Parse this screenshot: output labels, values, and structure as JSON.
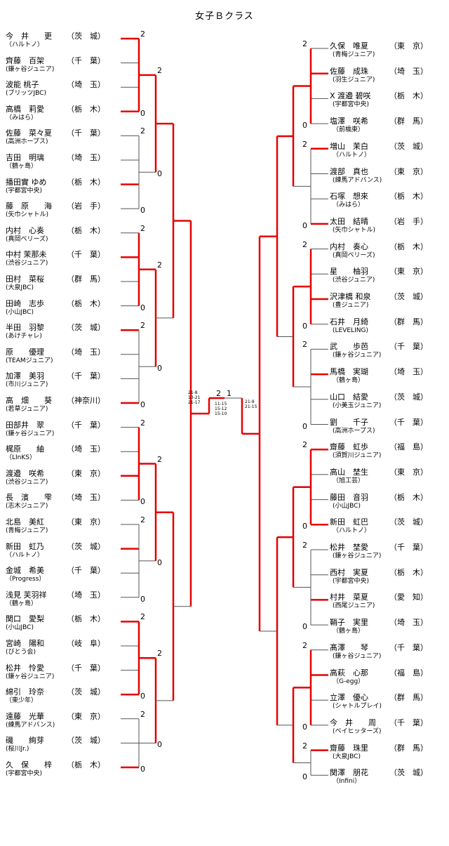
{
  "title": "女子Ｂクラス",
  "players_left": [
    {
      "name": "今　井　　更",
      "pref": "（茨　城）",
      "club": "（ハルトノ）"
    },
    {
      "name": "齊藤　百架",
      "pref": "（千　葉）",
      "club": "(鎌ヶ谷ジュニア)"
    },
    {
      "name": "波能 桃子",
      "pref": "（埼　玉）",
      "club": "(ブリッツJBC)"
    },
    {
      "name": "高橋　莉愛",
      "pref": "（栃　木）",
      "club": "（みはら）"
    },
    {
      "name": "佐藤　菜々夏",
      "pref": "（千　葉）",
      "club": "(高洲ホープス)"
    },
    {
      "name": "吉田　明璃",
      "pref": "（埼　玉）",
      "club": "（鶴ヶ島）"
    },
    {
      "name": "播田實 ゆめ",
      "pref": "（栃　木）",
      "club": "(宇都宮中央)"
    },
    {
      "name": "藤　原　　海",
      "pref": "（岩　手）",
      "club": "(矢巾シャトル)"
    },
    {
      "name": "内村　心奏",
      "pref": "（栃　木）",
      "club": "(真岡ベリーズ)"
    },
    {
      "name": "中村 茉那未",
      "pref": "（千　葉）",
      "club": "(渋谷ジュニア)"
    },
    {
      "name": "田村　菜桜",
      "pref": "（群　馬）",
      "club": "(大泉JBC)"
    },
    {
      "name": "田崎　志歩",
      "pref": "（栃　木）",
      "club": "(小山JBC)"
    },
    {
      "name": "半田　羽黎",
      "pref": "（茨　城）",
      "club": "(あけチャレ)"
    },
    {
      "name": "原　　優理",
      "pref": "（埼　玉）",
      "club": "(TEAMジュニア)"
    },
    {
      "name": "加澤　美羽",
      "pref": "（千　葉）",
      "club": "(市川ジュニア)"
    },
    {
      "name": "高　畑　　葵",
      "pref": "（神奈川）",
      "club": "(若草ジュニア)"
    },
    {
      "name": "田部井　翠",
      "pref": "（千　葉）",
      "club": "(鎌ヶ谷ジュニア)"
    },
    {
      "name": "梶原　　紬",
      "pref": "（埼　玉）",
      "club": "（LInKS）"
    },
    {
      "name": "渡邉　咲希",
      "pref": "（東　京）",
      "club": "(渋谷ジュニア)"
    },
    {
      "name": "長　濱　　雫",
      "pref": "（埼　玉）",
      "club": "(志木ジュニア)"
    },
    {
      "name": "北島　美紅",
      "pref": "（東　京）",
      "club": "(青梅ジュニア)"
    },
    {
      "name": "新田　虹乃",
      "pref": "（茨　城）",
      "club": "（ハルトノ）"
    },
    {
      "name": "金城　希美",
      "pref": "（千　葉）",
      "club": "（Progress）"
    },
    {
      "name": "浅見 芙羽祥",
      "pref": "（埼　玉）",
      "club": "（鶴ヶ島）"
    },
    {
      "name": "関口　愛梨",
      "pref": "（栃　木）",
      "club": "(小山JBC)"
    },
    {
      "name": "宮崎　陽和",
      "pref": "（岐　阜）",
      "club": "(びとう会)"
    },
    {
      "name": "松井　怜愛",
      "pref": "（千　葉）",
      "club": "(鎌ヶ谷ジュニア)"
    },
    {
      "name": "綿引　玲奈",
      "pref": "（茨　城）",
      "club": "（東少年）"
    },
    {
      "name": "遠藤　光華",
      "pref": "（東　京）",
      "club": "(練馬アドバンス)"
    },
    {
      "name": "磯　　絢芽",
      "pref": "（茨　城）",
      "club": "(桜川Jr.)"
    },
    {
      "name": "久　保　　梓",
      "pref": "（栃　木）",
      "club": "(宇都宮中央)"
    }
  ],
  "players_right": [
    {
      "name": "久保　唯夏",
      "pref": "（東　京）",
      "club": "(青梅ジュニア)"
    },
    {
      "name": "佐藤　成珠",
      "pref": "（埼　玉）",
      "club": "(羽生ジュニア)"
    },
    {
      "name": "X 渡邉 碧咲",
      "pref": "（栃　木）",
      "club": "(宇都宮中央)"
    },
    {
      "name": "塩澤　咲希",
      "pref": "（群　馬）",
      "club": "（前橋東）"
    },
    {
      "name": "増山　茉白",
      "pref": "（茨　城）",
      "club": "（ハルトノ）"
    },
    {
      "name": "渡部　真也",
      "pref": "（東　京）",
      "club": "(練馬アドバンス)"
    },
    {
      "name": "石塚　想來",
      "pref": "（栃　木）",
      "club": "（みはら）"
    },
    {
      "name": "太田　結晴",
      "pref": "（岩　手）",
      "club": "(矢巾シャトル)"
    },
    {
      "name": "内村　奏心",
      "pref": "（栃　木）",
      "club": "(真岡ベリーズ)"
    },
    {
      "name": "星　　柚羽",
      "pref": "（東　京）",
      "club": "(渋谷ジュニア)"
    },
    {
      "name": "沢津橋 和泉",
      "pref": "（茨　城）",
      "club": "(豊ジュニア)"
    },
    {
      "name": "石井　月綺",
      "pref": "（群　馬）",
      "club": "(LEVELING)"
    },
    {
      "name": "武　　歩芭",
      "pref": "（千　葉）",
      "club": "(鎌ヶ谷ジュニア)"
    },
    {
      "name": "馬橋　実瑚",
      "pref": "（埼　玉）",
      "club": "（鶴ヶ島）"
    },
    {
      "name": "山口　結愛",
      "pref": "（茨　城）",
      "club": "(小美玉ジュニア)"
    },
    {
      "name": "劉　　千子",
      "pref": "（千　葉）",
      "club": "(高洲ホープス)"
    },
    {
      "name": "齋藤　虹歩",
      "pref": "（福　島）",
      "club": "(須賀川ジュニア)"
    },
    {
      "name": "高山　埜生",
      "pref": "（東　京）",
      "club": "（旭工芸）"
    },
    {
      "name": "藤田　音羽",
      "pref": "（栃　木）",
      "club": "(小山JBC)"
    },
    {
      "name": "新田　虹巴",
      "pref": "（茨　城）",
      "club": "（ハルトノ）"
    },
    {
      "name": "松井　埜愛",
      "pref": "（千　葉）",
      "club": "(鎌ヶ谷ジュニア)"
    },
    {
      "name": "西村　実夏",
      "pref": "（栃　木）",
      "club": "(宇都宮中央)"
    },
    {
      "name": "村井　菜夏",
      "pref": "（愛　知）",
      "club": "(西尾ジュニア)"
    },
    {
      "name": "鞘子　実里",
      "pref": "（埼　玉）",
      "club": "（鶴ヶ島）"
    },
    {
      "name": "髙澤　　琴",
      "pref": "（千　葉）",
      "club": "(鎌ヶ谷ジュニア)"
    },
    {
      "name": "高萩　心那",
      "pref": "（福　島）",
      "club": "（G-egg）"
    },
    {
      "name": "立澤　優心",
      "pref": "（群　馬）",
      "club": "(シャトルプレイ)"
    },
    {
      "name": "今　井　　周",
      "pref": "（千　葉）",
      "club": "(ベイヒッターズ)"
    },
    {
      "name": "齋藤　珠里",
      "pref": "（群　馬）",
      "club": "(大泉JBC)"
    },
    {
      "name": "関澤　朋花",
      "pref": "（茨　城）",
      "club": "（Infini）"
    }
  ],
  "final": {
    "left_result": "2",
    "right_result": "1",
    "score_left": "21-8\n13-21\n21-17",
    "score_center": "11-15\n15-12\n15-10",
    "score_right": "21-9\n21-15"
  }
}
